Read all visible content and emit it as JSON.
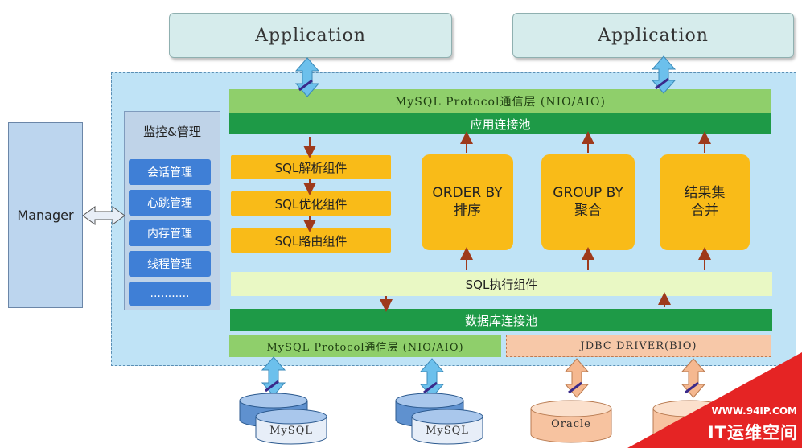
{
  "applications": [
    "Application",
    "Application"
  ],
  "protocol_top": "MySQL Protocol通信层 (NIO/AIO)",
  "app_pool": "应用连接池",
  "manager": "Manager",
  "monitor": {
    "title": "监控&管理",
    "items": [
      "会话管理",
      "心跳管理",
      "内存管理",
      "线程管理",
      "..........."
    ]
  },
  "sql_components": [
    "SQL解析组件",
    "SQL优化组件",
    "SQL路由组件"
  ],
  "order_by": {
    "line1": "ORDER BY",
    "line2": "排序"
  },
  "group_by": {
    "line1": "GROUP BY",
    "line2": "聚合"
  },
  "merge": {
    "line1": "结果集",
    "line2": "合并"
  },
  "sql_exec": "SQL执行组件",
  "db_pool": "数据库连接池",
  "protocol_bottom": "MySQL Protocol通信层 (NIO/AIO)",
  "jdbc": "JDBC DRIVER(BIO)",
  "databases": [
    "MySQL",
    "MySQL",
    "Oracle"
  ],
  "brand": {
    "url": "WWW.94IP.COM",
    "name": "IT运维空间"
  },
  "colors": {
    "container": "#bfe3f6",
    "green_dark": "#1e9a47",
    "green_light": "#8fcf6b",
    "orange": "#f9bb18",
    "monitor_item": "#3f7fd6",
    "jdbc": "#f7c8a8",
    "arrow": "#9e3a1c",
    "brand_red": "#e52424"
  }
}
